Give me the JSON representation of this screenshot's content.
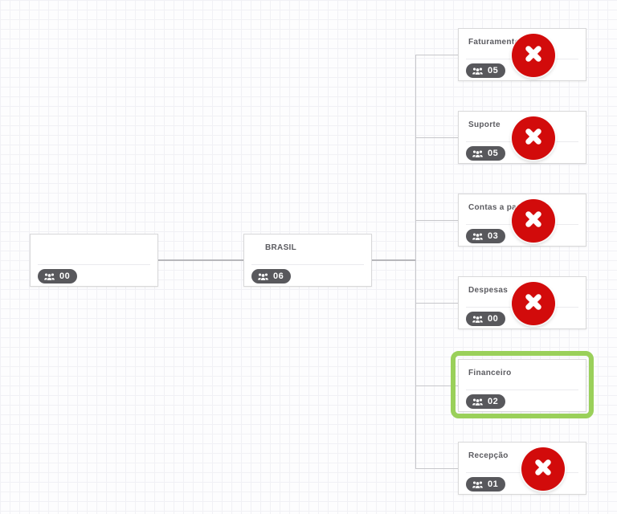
{
  "app": {
    "view": "organization-chart-editor-canvas"
  },
  "colors": {
    "delete_red": "#d20b0b",
    "selection_green": "#9ad05a",
    "badge_gray": "#58585c",
    "connector_gray": "#b7b7bb",
    "grid_line": "#f1f1f5",
    "node_border": "#d8d8d9"
  },
  "icons": {
    "members": "users-icon",
    "delete": "x-circle-icon"
  },
  "org_chart": {
    "root": {
      "title": "",
      "member_count": "00"
    },
    "parent": {
      "title": "BRASIL",
      "member_count": "06"
    },
    "children": [
      {
        "title": "Faturamento",
        "member_count": "05",
        "deletable": true,
        "selected": false
      },
      {
        "title": "Suporte",
        "member_count": "05",
        "deletable": true,
        "selected": false
      },
      {
        "title": "Contas a pagar",
        "member_count": "03",
        "deletable": true,
        "selected": false
      },
      {
        "title": "Despesas",
        "member_count": "00",
        "deletable": true,
        "selected": false
      },
      {
        "title": "Financeiro",
        "member_count": "02",
        "deletable": false,
        "selected": true
      },
      {
        "title": "Recepção",
        "member_count": "01",
        "deletable": true,
        "selected": false
      }
    ]
  }
}
